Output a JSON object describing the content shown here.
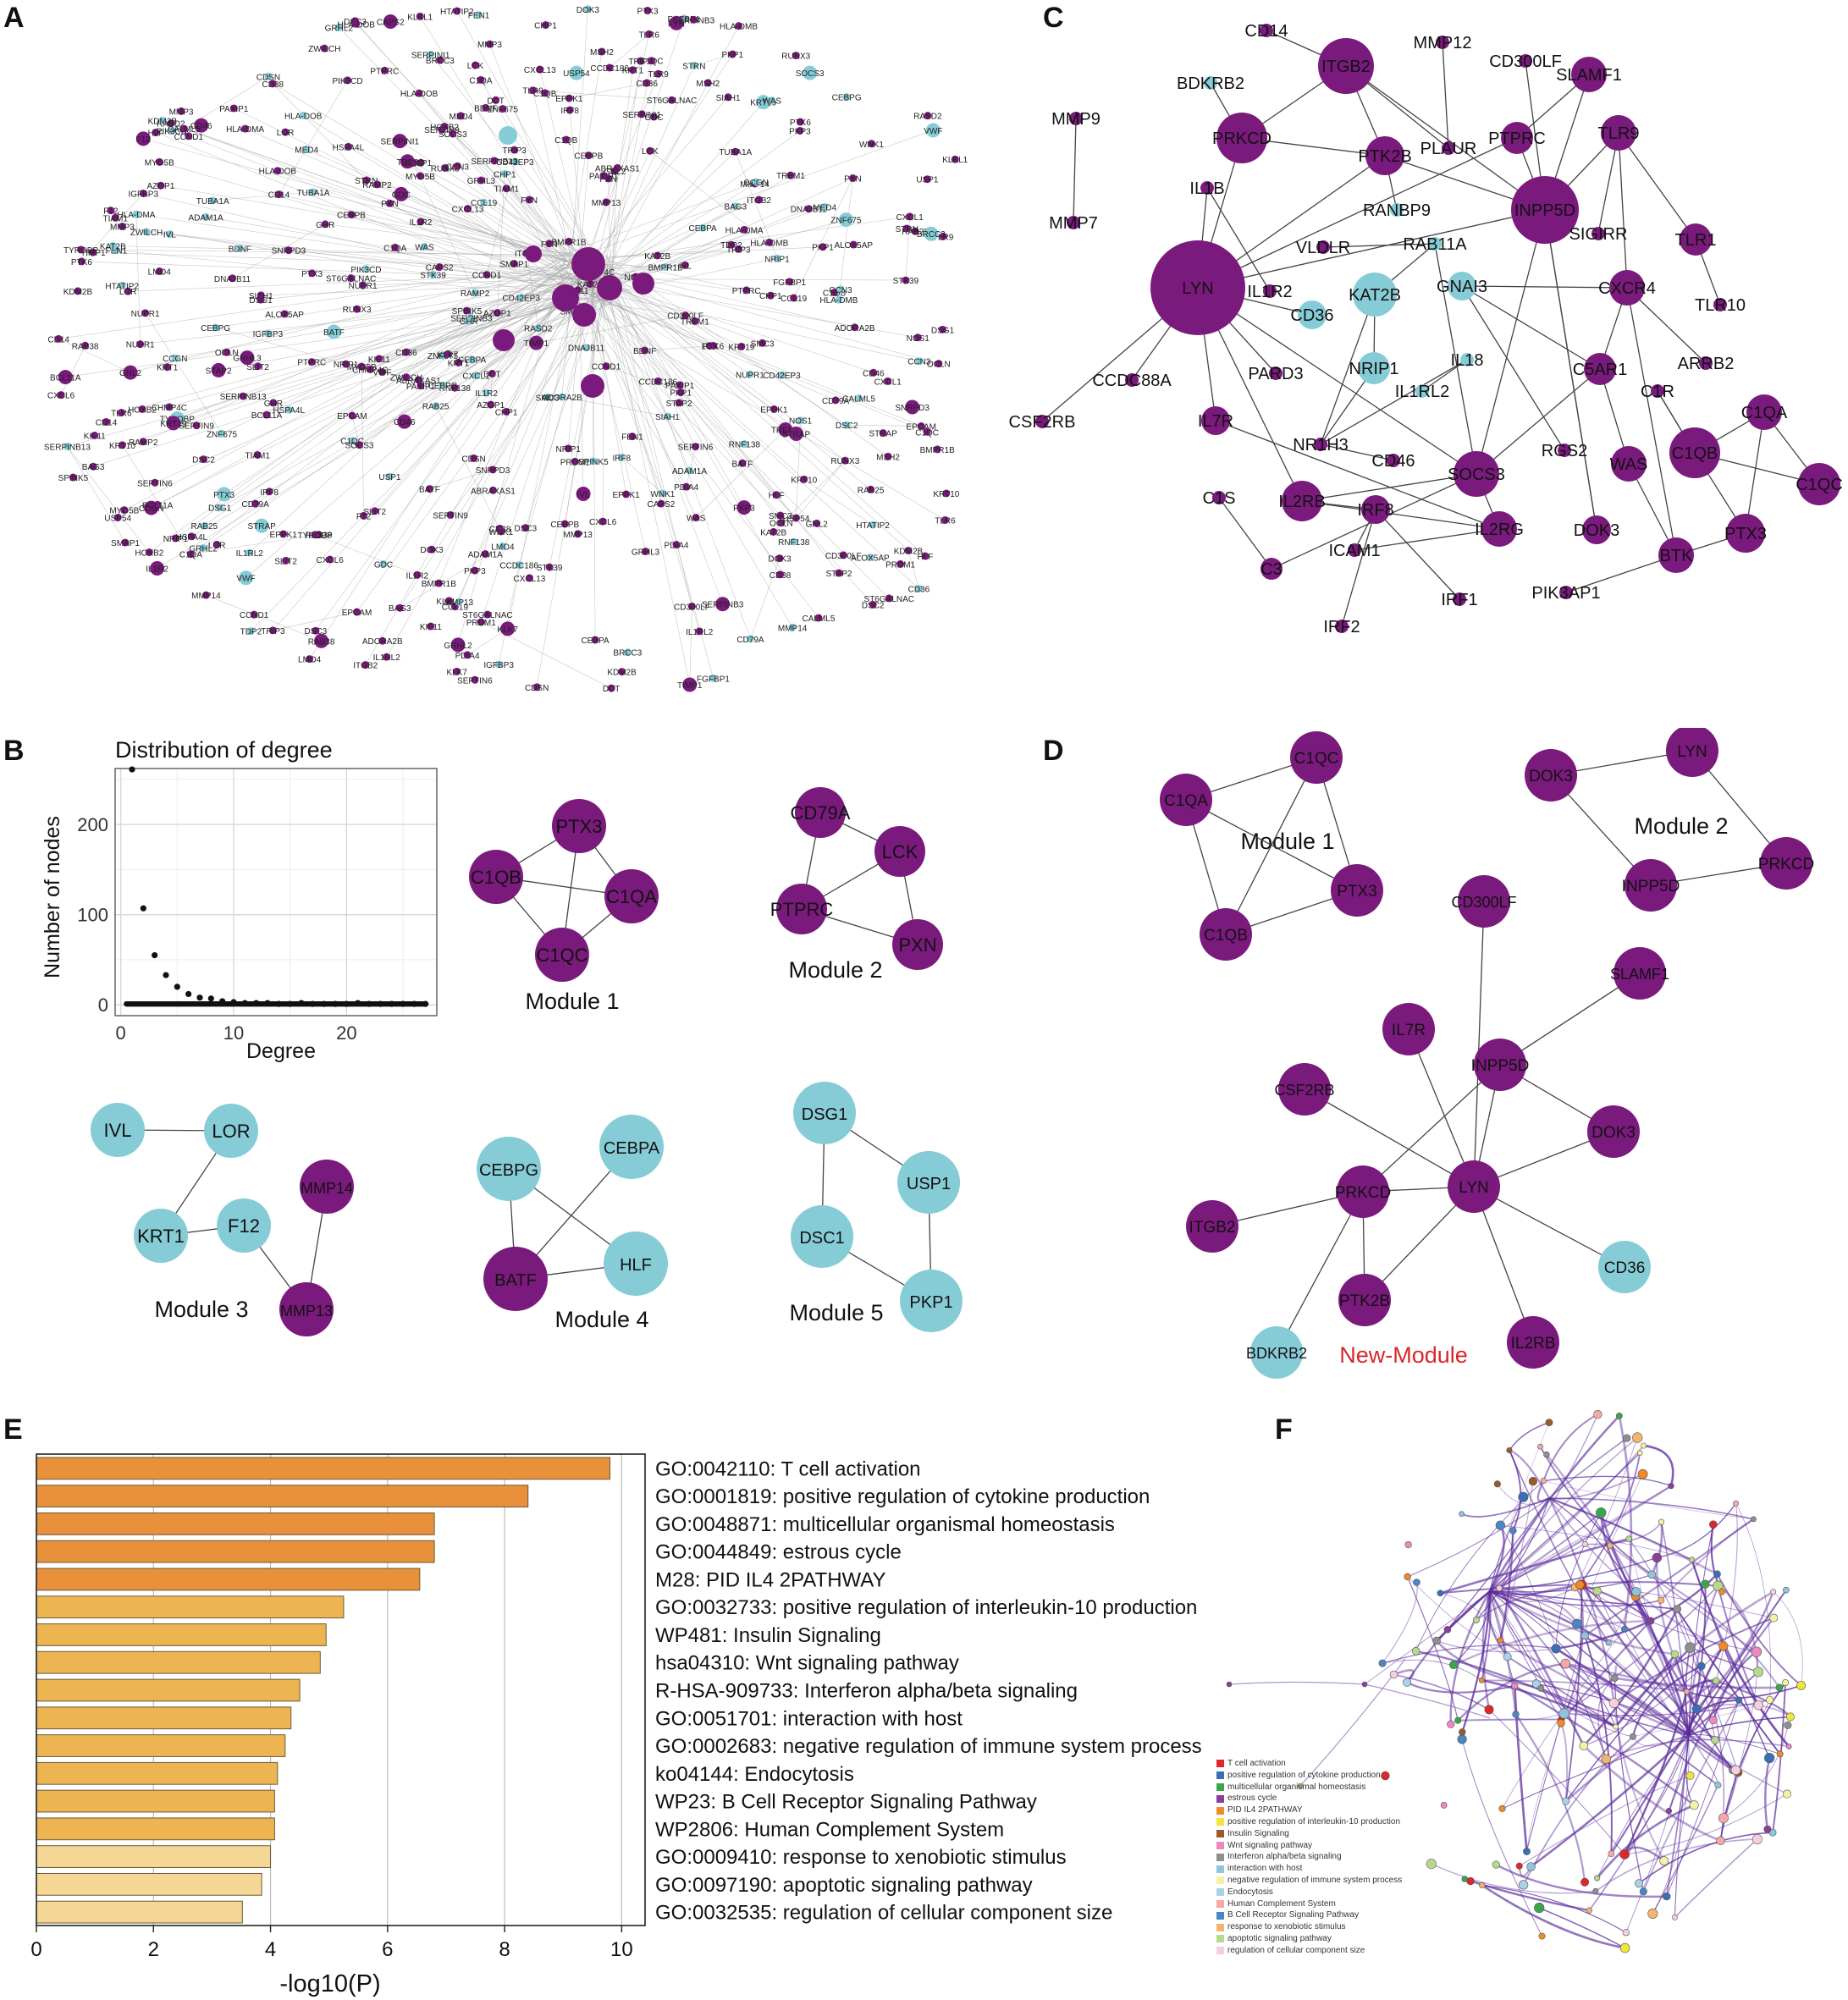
{
  "panel_labels": {
    "A": "A",
    "B": "B",
    "C": "C",
    "D": "D",
    "E": "E",
    "F": "F"
  },
  "colors": {
    "purple": "#7b1a7d",
    "cyan": "#86ccd6",
    "edge": "#9a9a9a",
    "bar_dark": "#e8903a",
    "bar_mid": "#edb552",
    "bar_light": "#f4d795",
    "red_label": "#d9262a"
  },
  "panelA": {
    "sample_labels": [
      "IL1R2",
      "ZNF675",
      "KIF11",
      "TRIP3",
      "GDC",
      "NUPR1",
      "PAXIP1",
      "RUNX3",
      "NRIP1",
      "CCND1",
      "KAT2B",
      "MYO5B",
      "KDM2B",
      "RAB25",
      "BMPR1B",
      "HLA-DOB",
      "EPPK1",
      "ST6GALNAC",
      "CHP1",
      "DNAJB11",
      "SMAP1",
      "CCL19",
      "HOXB2",
      "PDIA4",
      "VWF",
      "CXCL13",
      "MMP3",
      "TIMP1",
      "KRT19",
      "CCDC186",
      "RAMP2",
      "SEPTIN9",
      "SEPTIN6",
      "ADAM1A",
      "CAPS2",
      "CD42EP3",
      "BDNF",
      "KLK7",
      "ABRAXAS1",
      "CDSN",
      "BRCC3",
      "NOS1",
      "AZGP1",
      "PTK6",
      "SERPINI1",
      "STAP2",
      "CCN3",
      "DSC2",
      "DSC3",
      "PKP3",
      "CALML5",
      "GRHL3",
      "GRHL2",
      "RNF138",
      "TDP2",
      "CCGN",
      "FYN",
      "LCK",
      "IL1RL2",
      "BCL11A",
      "SNRPD3",
      "STRAP",
      "HSPA4L",
      "EPCAM",
      "SMC3",
      "USP54",
      "CHMP4C",
      "ADORA2B",
      "KLKL1",
      "ALOX5AP",
      "TYROBP",
      "TREM1",
      "MED4",
      "SLIT2",
      "PRDM1",
      "HTATIP2",
      "TIAM1",
      "GNL2",
      "MSH2",
      "LMO4",
      "WNK1",
      "ZWILCH",
      "DCT",
      "FEN1",
      "IVL",
      "LOR",
      "KRT1",
      "F12",
      "MMP14",
      "MMP13",
      "USP1",
      "DSG1",
      "PKP1",
      "CEBPA",
      "CEBPG",
      "BATF",
      "HLF",
      "PTX3",
      "C1QB",
      "C1QA",
      "C1QC",
      "PTPRC",
      "PXN",
      "CD79A",
      "SOCS3",
      "SERPINB3",
      "SERPINB13",
      "IGFBP3",
      "CXCL6",
      "CXCL1",
      "FGFBP1",
      "CD38",
      "HLA-DMA",
      "HLA-DMB",
      "RAB38",
      "GHR",
      "TUBA1A",
      "STK39",
      "OCLN",
      "SIAH1",
      "SPINK5",
      "STRN",
      "RASD2",
      "PIK3CD",
      "TLR6",
      "CD14",
      "CD36",
      "CD46",
      "IRF8",
      "CD300LF",
      "CEBPB",
      "BAG3",
      "KRT10",
      "ITGB2",
      "WAS",
      "DOK3",
      "TLR9"
    ]
  },
  "panelB": {
    "chart_data": {
      "type": "scatter",
      "title": "Distribution of degree",
      "xlabel": "Degree",
      "ylabel": "Number of nodes",
      "xlim": [
        -0.5,
        28
      ],
      "ylim": [
        -12,
        262
      ],
      "xticks": [
        0,
        10,
        20
      ],
      "yticks": [
        0,
        100,
        200
      ],
      "grid": true,
      "points": [
        [
          1,
          261
        ],
        [
          2,
          107
        ],
        [
          3,
          55
        ],
        [
          4,
          33
        ],
        [
          5,
          20
        ],
        [
          6,
          12
        ],
        [
          7,
          8
        ],
        [
          8,
          7
        ],
        [
          9,
          4
        ],
        [
          10,
          3
        ],
        [
          11,
          2
        ],
        [
          12,
          2
        ],
        [
          13,
          2
        ],
        [
          14,
          1
        ],
        [
          15,
          1
        ],
        [
          16,
          2
        ],
        [
          17,
          1
        ],
        [
          18,
          1
        ],
        [
          19,
          1
        ],
        [
          20,
          1
        ],
        [
          21,
          2
        ],
        [
          22,
          1
        ],
        [
          23,
          1
        ],
        [
          24,
          1
        ],
        [
          25,
          1
        ],
        [
          26,
          1
        ],
        [
          27,
          1
        ]
      ]
    },
    "module_titles": [
      "Module 1",
      "Module 2",
      "Module 3",
      "Module 4",
      "Module 5"
    ]
  },
  "panelC": {
    "nodes": [
      "CD14",
      "ITGB2",
      "MMP12",
      "CD300LF",
      "SLAMF1",
      "BDKRB2",
      "MMP9",
      "PRKCD",
      "PTK2B",
      "PLAUR",
      "PTPRC",
      "TLR9",
      "IL1B",
      "MMP7",
      "RANBP9",
      "INPP5D",
      "SIGIRR",
      "VLDLR",
      "RAB11A",
      "TLR1",
      "LYN",
      "IL1R2",
      "CD36",
      "KAT2B",
      "GNAI3",
      "CXCR4",
      "TLR10",
      "IL18",
      "NRIP1",
      "ARRB2",
      "C5AR1",
      "CCDC88A",
      "PARD3",
      "IL1RL2",
      "C1R",
      "C1QA",
      "CSF2RB",
      "IL7R",
      "NR1H3",
      "CD46",
      "RGS2",
      "WAS",
      "C1QB",
      "C1QC",
      "SOCS3",
      "C1S",
      "IL2RB",
      "IRF8",
      "IL2RG",
      "DOK3",
      "PTX3",
      "C3",
      "ICAM1",
      "BTK",
      "IRF1",
      "PIK3AP1",
      "IRF2"
    ]
  },
  "panelD": {
    "module_titles": [
      "Module 1",
      "Module 2"
    ],
    "new_module_title": "New-Module"
  },
  "panelE": {
    "chart_data": {
      "type": "bar",
      "orientation": "horizontal",
      "xlabel": "-log10(P)",
      "xlim": [
        0,
        10.4
      ],
      "xticks": [
        0,
        2,
        4,
        6,
        8,
        10
      ],
      "grid": true,
      "categories": [
        "GO:0042110: T cell activation",
        "GO:0001819: positive regulation of cytokine production",
        "GO:0048871: multicellular organismal homeostasis",
        "GO:0044849: estrous cycle",
        "M28: PID IL4 2PATHWAY",
        "GO:0032733: positive regulation of interleukin-10 production",
        "WP481: Insulin Signaling",
        "hsa04310: Wnt signaling pathway",
        "R-HSA-909733: Interferon alpha/beta signaling",
        "GO:0051701: interaction with host",
        "GO:0002683: negative regulation of immune system process",
        "ko04144: Endocytosis",
        "WP23: B Cell Receptor Signaling Pathway",
        "WP2806: Human Complement System",
        "GO:0009410: response to xenobiotic stimulus",
        "GO:0097190: apoptotic signaling pathway",
        "GO:0032535: regulation of cellular component size"
      ],
      "values": [
        9.8,
        8.4,
        6.8,
        6.8,
        6.55,
        5.25,
        4.95,
        4.85,
        4.5,
        4.35,
        4.25,
        4.12,
        4.07,
        4.07,
        4.0,
        3.85,
        3.52
      ]
    }
  },
  "panelF": {
    "legend": [
      {
        "label": "T cell activation",
        "color": "#e0262a"
      },
      {
        "label": "positive regulation of cytokine production",
        "color": "#3a6fb7"
      },
      {
        "label": "multicellular organismal homeostasis",
        "color": "#3aa64a"
      },
      {
        "label": "estrous cycle",
        "color": "#8a3f9a"
      },
      {
        "label": "PID IL4 2PATHWAY",
        "color": "#ef8a25"
      },
      {
        "label": "positive regulation of interleukin-10 production",
        "color": "#f2e53a"
      },
      {
        "label": "Insulin Signaling",
        "color": "#9b5a2a"
      },
      {
        "label": "Wnt signaling pathway",
        "color": "#ee88c0"
      },
      {
        "label": "Interferon alpha/beta signaling",
        "color": "#8f8f8f"
      },
      {
        "label": "interaction with host",
        "color": "#90c3de"
      },
      {
        "label": "negative regulation of immune system process",
        "color": "#f4f0a5"
      },
      {
        "label": "Endocytosis",
        "color": "#a9d2e8"
      },
      {
        "label": "Human Complement System",
        "color": "#f6a7a7"
      },
      {
        "label": "B Cell Receptor Signaling Pathway",
        "color": "#4a86c5"
      },
      {
        "label": "response to xenobiotic stimulus",
        "color": "#f3b56e"
      },
      {
        "label": "apoptotic signaling pathway",
        "color": "#b7d98b"
      },
      {
        "label": "regulation of cellular component size",
        "color": "#f5cfe0"
      }
    ]
  }
}
